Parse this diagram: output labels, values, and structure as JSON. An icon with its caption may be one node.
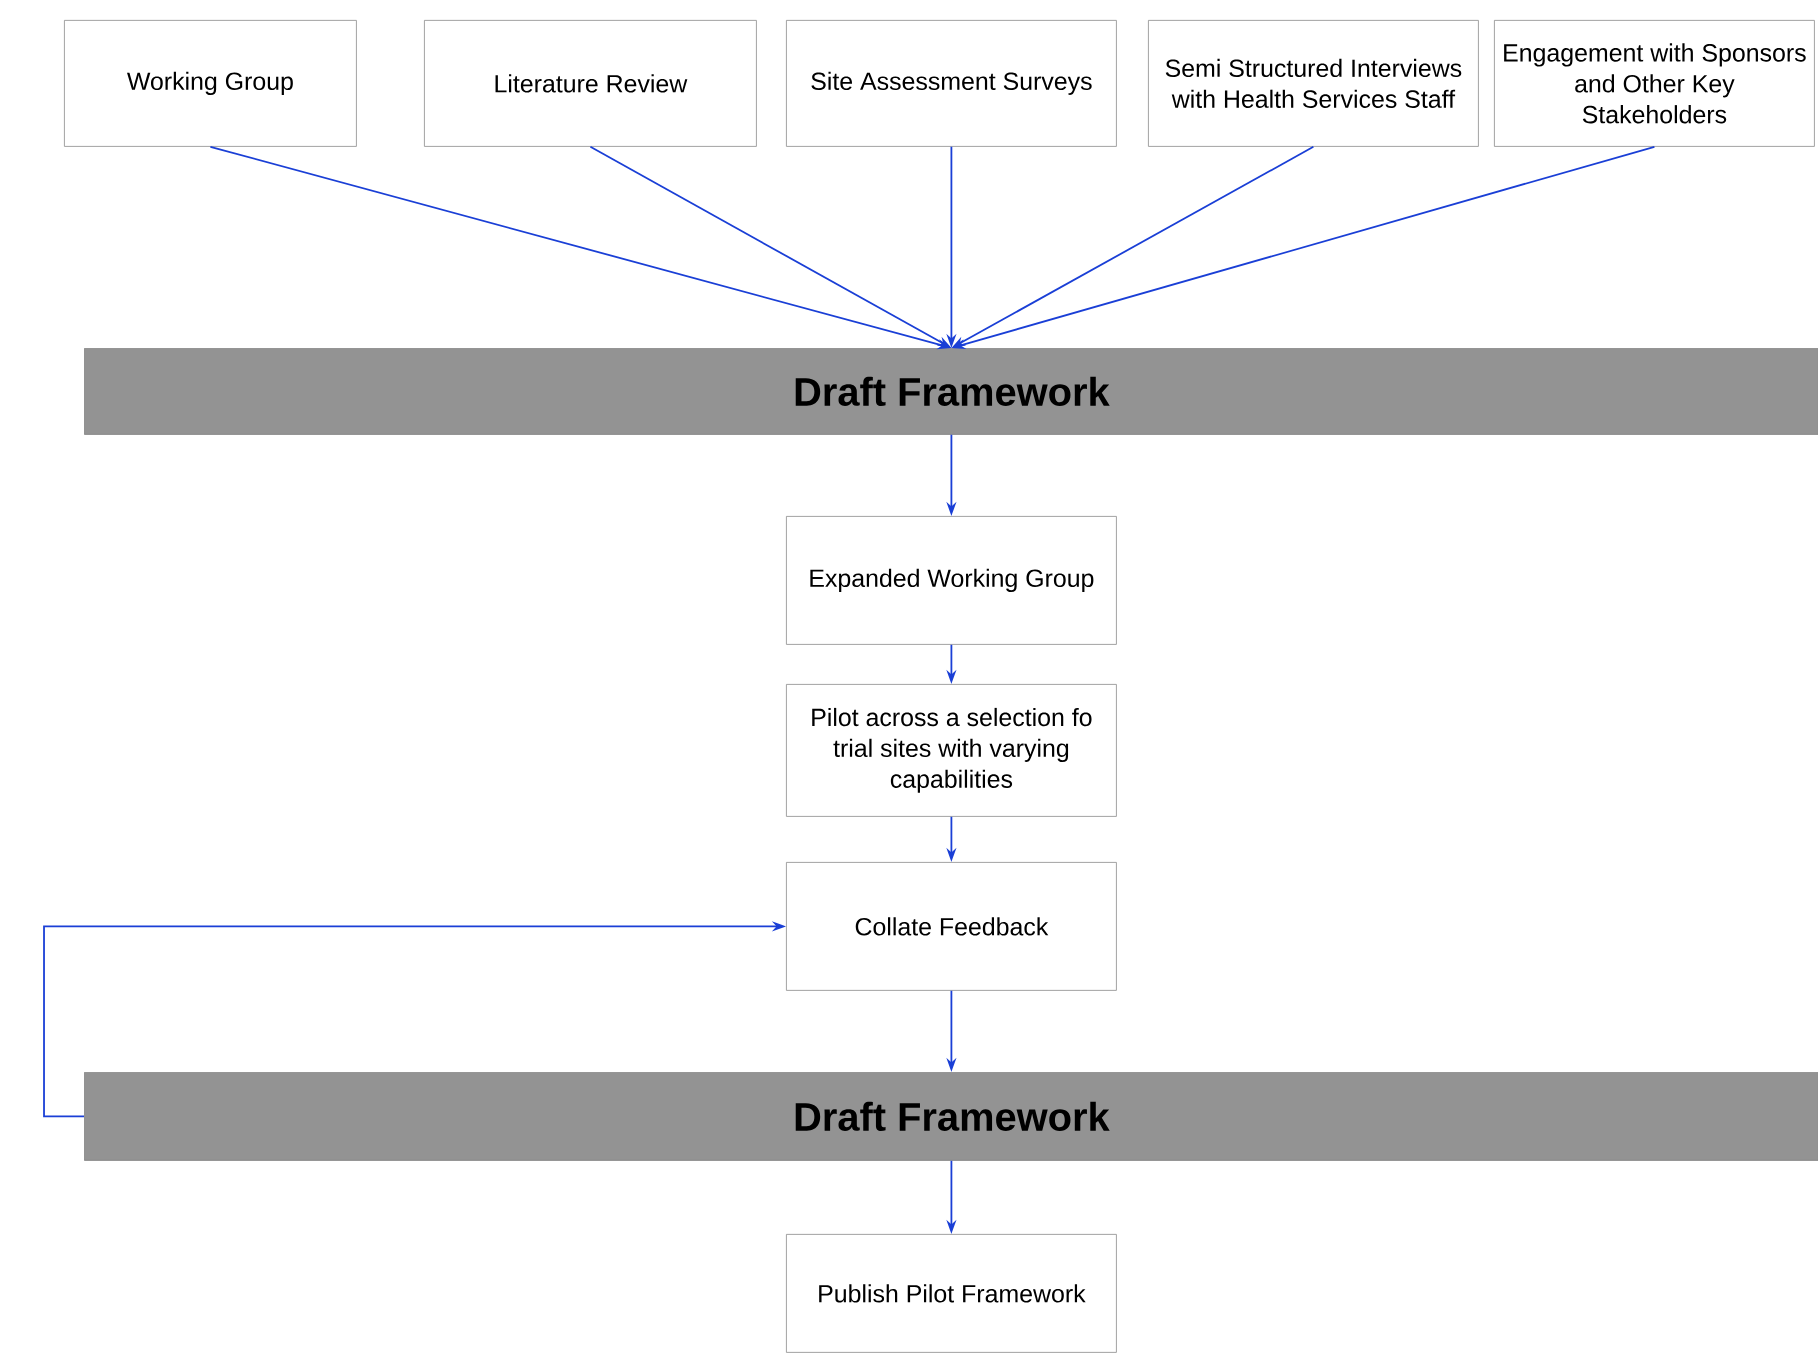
{
  "diagram": {
    "nodes": [
      {
        "text": [
          "Working Group"
        ]
      },
      {
        "text": [
          "Literature Review"
        ]
      },
      {
        "text": [
          "Site Assessment Surveys"
        ]
      },
      {
        "text": [
          "Semi Structured Interviews with Health Services Staff"
        ]
      },
      {
        "text": [
          "Engagement with Sponsors and Other Key Stakeholders"
        ]
      },
      {
        "text": [
          "Draft Framework"
        ]
      },
      {
        "text": [
          "Expanded Working Group"
        ]
      },
      {
        "text": [
          "Pilot across a selection fo trial sites with varying capabilities"
        ]
      },
      {
        "text": [
          "Collate Feedback"
        ]
      },
      {
        "text": [
          "Draft Framework"
        ]
      },
      {
        "text": [
          "Publish Pilot Framework"
        ]
      }
    ],
    "edges": [
      {
        "from": 0,
        "to": 5,
        "arrow": "to"
      },
      {
        "from": 1,
        "to": 5,
        "arrow": "to"
      },
      {
        "from": 2,
        "to": 5,
        "arrow": "to"
      },
      {
        "from": 3,
        "to": 5,
        "arrow": "to"
      },
      {
        "from": 4,
        "to": 5,
        "arrow": "to"
      },
      {
        "from": 5,
        "to": 6,
        "arrow": "to"
      },
      {
        "from": 6,
        "to": 7,
        "arrow": "to"
      },
      {
        "from": 7,
        "to": 8,
        "arrow": "to"
      },
      {
        "from": 8,
        "to": 9,
        "arrow": "to"
      },
      {
        "from": 9,
        "to": 10,
        "arrow": "to"
      },
      {
        "from": 9,
        "to": 8,
        "arrow": "to"
      }
    ]
  }
}
